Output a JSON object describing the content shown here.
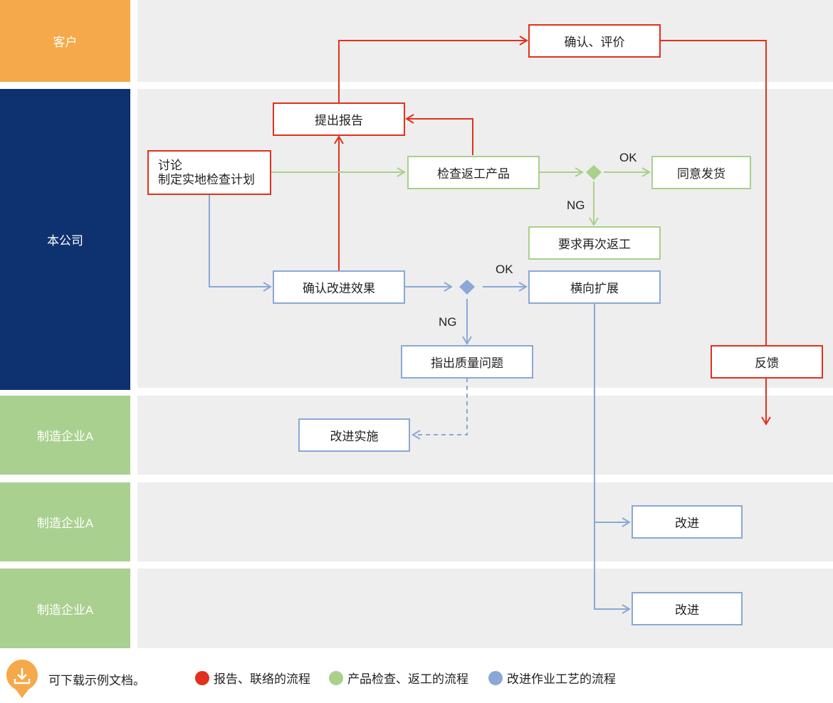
{
  "lanes": [
    {
      "label": "客户",
      "color": "#f5a94a"
    },
    {
      "label": "本公司",
      "color": "#0e3170"
    },
    {
      "label": "制造企业A",
      "color": "#a9d08e"
    },
    {
      "label": "制造企业A",
      "color": "#a9d08e"
    },
    {
      "label": "制造企业A",
      "color": "#a9d08e"
    }
  ],
  "nodes": {
    "confirm_eval": "确认、评价",
    "submit_report": "提出报告",
    "discuss_line1": "讨论",
    "discuss_line2": "制定实地检查计划",
    "inspect_rework": "检查返工产品",
    "agree_ship": "同意发货",
    "request_rework": "要求再次返工",
    "confirm_effect": "确认改进效果",
    "horizontal_expand": "横向扩展",
    "point_issues": "指出质量问题",
    "implement": "改进实施",
    "feedback": "反馈",
    "improve_1": "改进",
    "improve_2": "改进"
  },
  "labels": {
    "ok_1": "OK",
    "ng_1": "NG",
    "ok_2": "OK",
    "ng_2": "NG"
  },
  "footer": {
    "download_text": "可下载示例文档。",
    "download_icon": "download-icon"
  },
  "legend": [
    {
      "label": "报告、联络的流程",
      "color": "#e2301c"
    },
    {
      "label": "产品检查、返工的流程",
      "color": "#a8d18b"
    },
    {
      "label": "改进作业工艺的流程",
      "color": "#8aa8d6"
    }
  ],
  "colors": {
    "red_flow": "#e2301c",
    "green_flow": "#a8d18b",
    "blue_flow": "#8aa8d6",
    "lane_bg": "#eeeeee"
  }
}
